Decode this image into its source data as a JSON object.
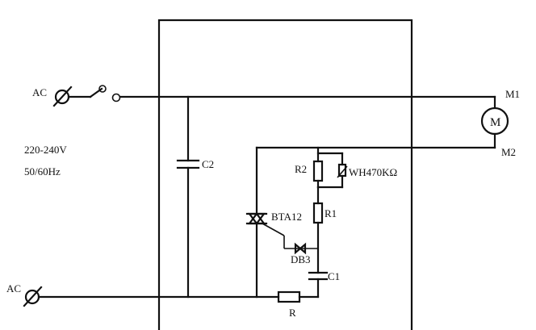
{
  "labels": {
    "ac_top": "AC",
    "ac_bottom": "AC",
    "voltage": "220-240V",
    "frequency": "50/60Hz",
    "m1": "M1",
    "m2": "M2",
    "motor": "M",
    "c2": "C2",
    "r2": "R2",
    "wh": "WH470KΩ",
    "r1": "R1",
    "bta": "BTA12",
    "db3": "DB3",
    "c1": "C1",
    "r": "R"
  }
}
